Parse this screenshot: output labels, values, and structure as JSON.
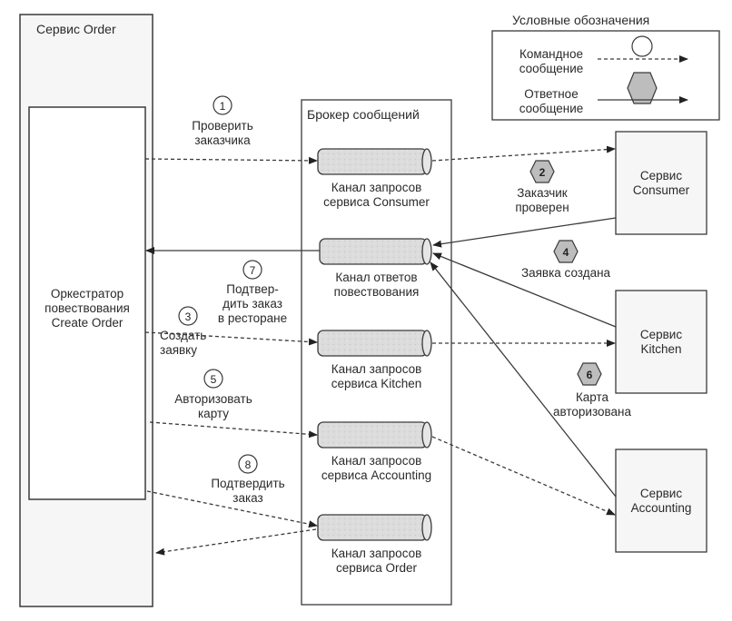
{
  "colors": {
    "line": "#3a3a3a",
    "box_fill": "#f6f6f6",
    "inner_fill": "#ffffff",
    "channel_fill": "#dedede",
    "hex_fill": "#bdbdbd"
  },
  "order_service": {
    "title": "Сервис Order",
    "orchestrator": [
      "Оркестратор",
      "повествования",
      "Create Order"
    ]
  },
  "broker": {
    "title": "Брокер сообщений",
    "channels": [
      {
        "id": "consumer_req",
        "label": [
          "Канал запросов",
          "сервиса Consumer"
        ]
      },
      {
        "id": "saga_reply",
        "label": [
          "Канал ответов",
          "повествования"
        ]
      },
      {
        "id": "kitchen_req",
        "label": [
          "Канал запросов",
          "сервиса Kitchen"
        ]
      },
      {
        "id": "accounting_req",
        "label": [
          "Канал запросов",
          "сервиса Accounting"
        ]
      },
      {
        "id": "order_req",
        "label": [
          "Канал запросов",
          "сервиса Order"
        ]
      }
    ]
  },
  "services": [
    {
      "id": "consumer",
      "label": [
        "Сервис",
        "Consumer"
      ]
    },
    {
      "id": "kitchen",
      "label": [
        "Сервис",
        "Kitchen"
      ]
    },
    {
      "id": "accounting",
      "label": [
        "Сервис",
        "Accounting"
      ]
    }
  ],
  "legend": {
    "title": "Условные обозначения",
    "command": [
      "Командное",
      "сообщение"
    ],
    "reply": [
      "Ответное",
      "сообщение"
    ]
  },
  "steps": [
    {
      "num": "1",
      "type": "command",
      "label": [
        "Проверить",
        "заказчика"
      ]
    },
    {
      "num": "2",
      "type": "reply",
      "label": [
        "Заказчик",
        "проверен"
      ]
    },
    {
      "num": "3",
      "type": "command",
      "label": [
        "Создать",
        "заявку"
      ]
    },
    {
      "num": "4",
      "type": "reply",
      "label": [
        "Заявка создана"
      ]
    },
    {
      "num": "5",
      "type": "command",
      "label": [
        "Авторизовать",
        "карту"
      ]
    },
    {
      "num": "6",
      "type": "reply",
      "label": [
        "Карта",
        "авторизована"
      ]
    },
    {
      "num": "7",
      "type": "command",
      "label": [
        "Подтвер-",
        "дить заказ",
        "в ресторане"
      ]
    },
    {
      "num": "8",
      "type": "command",
      "label": [
        "Подтвердить",
        "заказ"
      ]
    }
  ]
}
